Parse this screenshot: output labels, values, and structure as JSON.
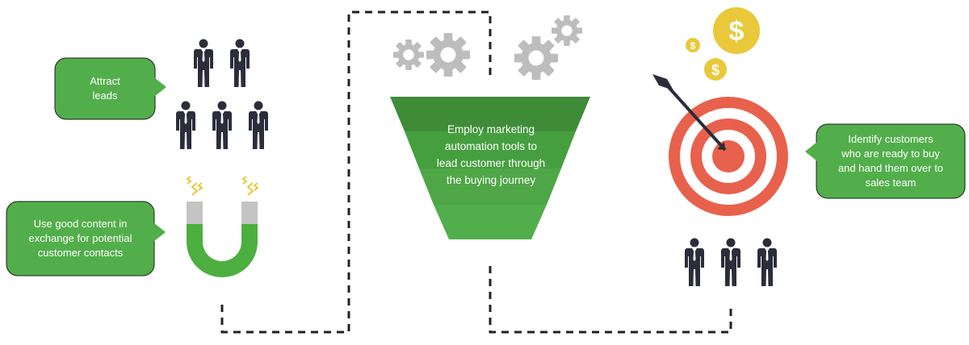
{
  "steps": {
    "attract": {
      "label": "Attract\nleads"
    },
    "content": {
      "label": "Use good content in\nexchange for potential\ncustomer contacts"
    },
    "automation": {
      "label": "Employ marketing\nautomation tools to\nlead customer through\nthe buying journey"
    },
    "identify": {
      "label": "Identify customers\nwho are ready to buy\nand hand them over to\nsales team"
    }
  },
  "icons": {
    "dollar": "$"
  },
  "colors": {
    "bubble_green": "#52ae4a",
    "funnel_dark": "#3e8c38",
    "funnel_mid": "#469f3f",
    "funnel_light": "#52ae4a",
    "target_orange": "#e8614c",
    "coin_yellow": "#e9c83a",
    "gear_gray": "#bdbdbd",
    "person_dark": "#2b2d3b",
    "magnet_gray": "#c4c4c4"
  }
}
